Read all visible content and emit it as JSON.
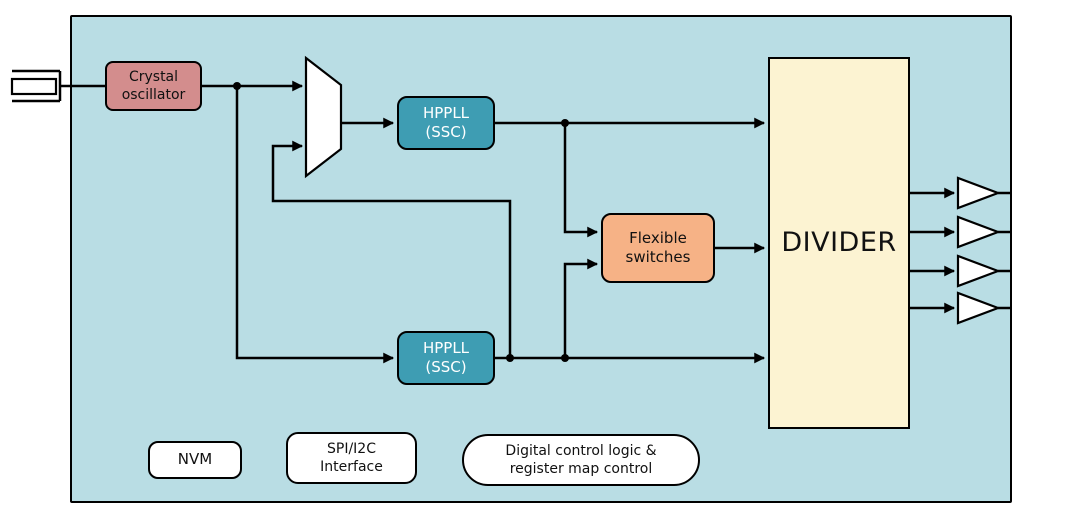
{
  "blocks": {
    "crystal_oscillator": {
      "label": "Crystal\noscillator"
    },
    "hppll_top": {
      "label": "HPPLL\n(SSC)"
    },
    "hppll_bottom": {
      "label": "HPPLL\n(SSC)"
    },
    "flexible_switches": {
      "label": "Flexible\nswitches"
    },
    "divider": {
      "label": "DIVIDER"
    },
    "nvm": {
      "label": "NVM"
    },
    "spi_i2c_interface": {
      "label": "SPI/I2C\nInterface"
    },
    "digital_control": {
      "label": "Digital control logic &\nregister map control"
    }
  },
  "icons": {
    "crystal": "crystal-icon",
    "mux": "mux-icon",
    "output_buffer": "output-buffer-icon"
  },
  "colors": {
    "canvas_bg": "#ffffff",
    "chip_bg": "#b9dde4",
    "crystal_osc_fill": "#d38d8d",
    "hppll_fill": "#3e9db3",
    "hppll_text": "#ffffff",
    "flexible_fill": "#f6b286",
    "divider_fill": "#fcf3d2",
    "io_box_fill": "#ffffff",
    "wire": "#000000"
  }
}
